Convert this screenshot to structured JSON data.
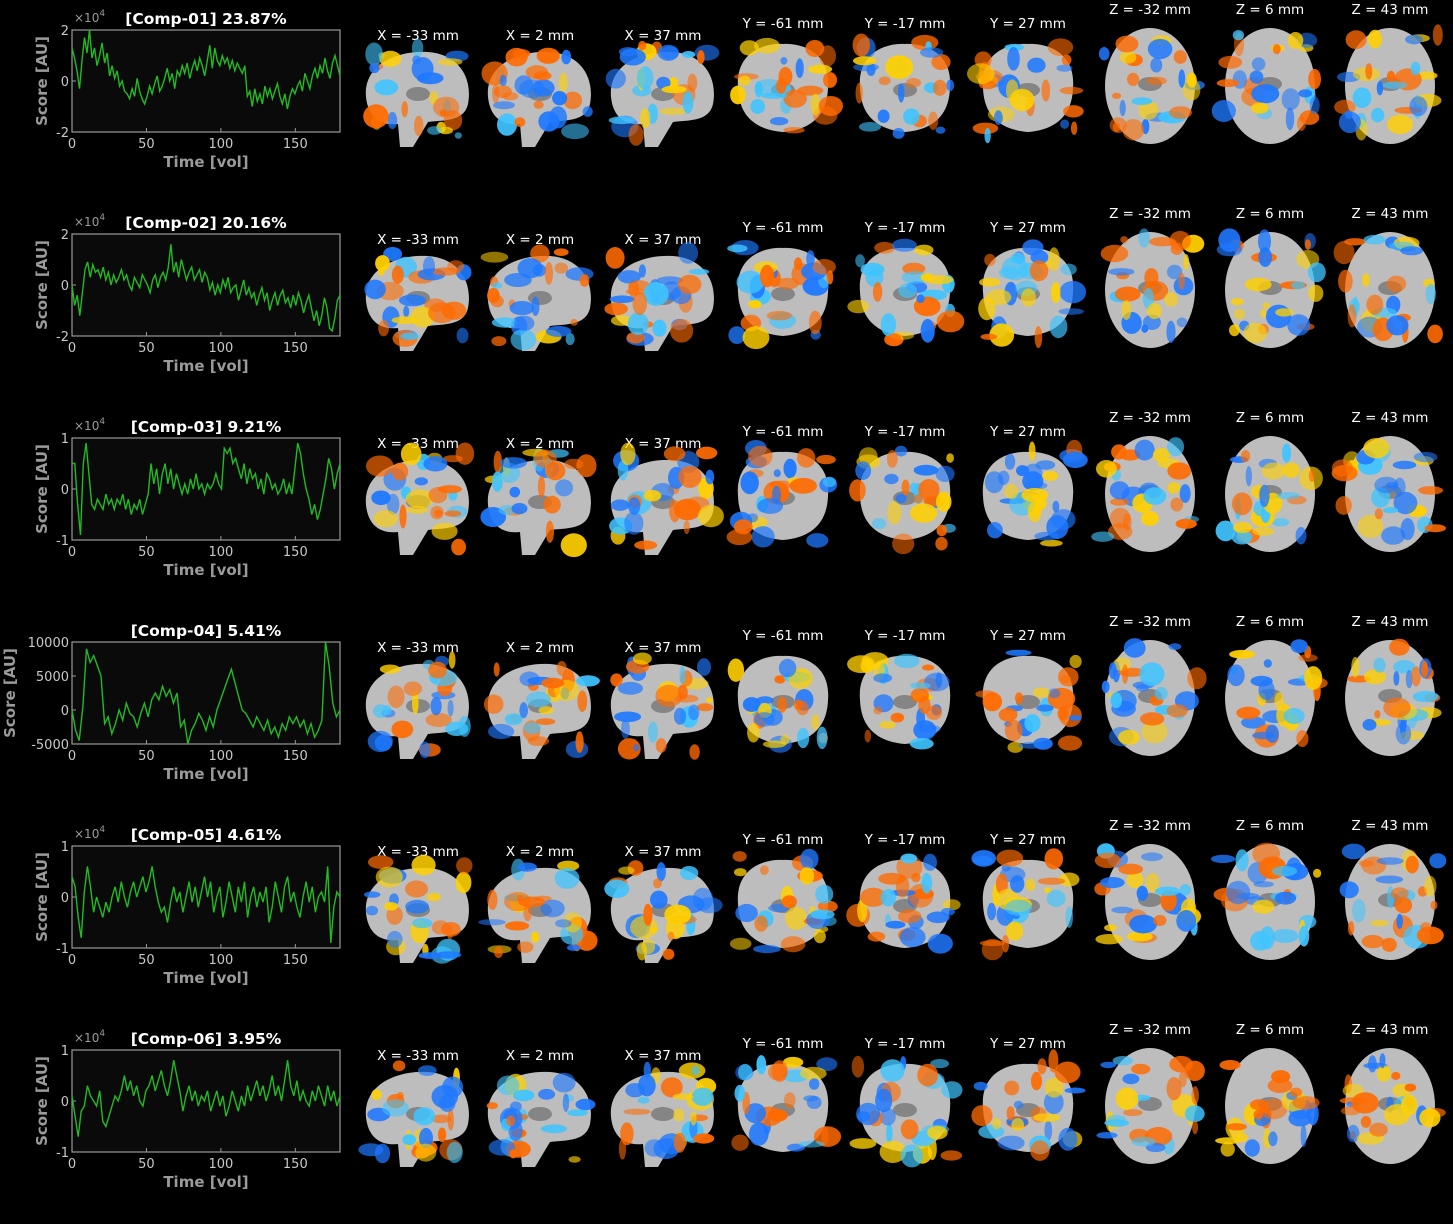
{
  "view_labels": [
    "X = -33 mm",
    "X = 2 mm",
    "X = 37 mm",
    "Y = -61 mm",
    "Y = -17 mm",
    "Y = 27 mm",
    "Z = -32 mm",
    "Z = 6 mm",
    "Z = 43 mm"
  ],
  "colors": {
    "trace": "#22bb22",
    "axis": "#9a9a9a",
    "hot": "#ff6a00",
    "hot_bright": "#ffd000",
    "cold": "#1e78ff",
    "cold_bright": "#3fc4ff",
    "brain": "#bdbdbd"
  },
  "chart_data": [
    {
      "type": "line",
      "title": "[Comp-01] 23.87%",
      "xlabel": "Time [vol]",
      "ylabel": "Score [AU]",
      "multiplier": "×10",
      "multiplier_exp": "4",
      "xlim": [
        0,
        180
      ],
      "ylim": [
        -2,
        2
      ],
      "xticks": [
        "0",
        "50",
        "100",
        "150"
      ],
      "yticks": [
        "2",
        "0",
        "-2"
      ],
      "yticks_v": [
        2,
        0,
        -2
      ],
      "values": [
        1.3,
        0.9,
        0.4,
        -0.3,
        0.8,
        1.7,
        1.1,
        2.0,
        0.9,
        1.3,
        0.6,
        1.0,
        1.5,
        0.7,
        1.1,
        0.2,
        0.6,
        0.1,
        0.4,
        -0.2,
        0.0,
        -0.4,
        -0.5,
        -0.7,
        -0.3,
        -0.6,
        0.1,
        -0.4,
        -0.7,
        -0.9,
        -0.6,
        -0.2,
        -0.5,
        -0.1,
        0.2,
        -0.4,
        -0.2,
        0.1,
        0.5,
        0.0,
        0.3,
        -0.3,
        0.4,
        0.2,
        0.6,
        0.3,
        0.7,
        0.1,
        0.5,
        0.8,
        0.4,
        0.9,
        0.6,
        0.2,
        0.8,
        1.4,
        0.5,
        1.3,
        0.8,
        0.6,
        1.0,
        0.7,
        0.9,
        0.5,
        0.8,
        0.4,
        0.7,
        0.5,
        0.3,
        0.6,
        -0.6,
        -0.4,
        -1.0,
        -0.3,
        -0.8,
        -0.5,
        -0.9,
        -0.2,
        -0.6,
        -0.3,
        -0.7,
        -0.4,
        -0.1,
        -0.6,
        -0.9,
        -0.5,
        -1.1,
        -0.6,
        -0.3,
        -0.5,
        -0.2,
        0.0,
        -0.4,
        0.3,
        0.0,
        -0.3,
        0.2,
        0.5,
        0.1,
        0.6,
        0.3,
        0.9,
        0.4,
        0.1,
        0.7,
        1.0,
        0.6,
        0.2
      ]
    },
    {
      "type": "line",
      "title": "[Comp-02] 20.16%",
      "xlabel": "Time [vol]",
      "ylabel": "Score [AU]",
      "multiplier": "×10",
      "multiplier_exp": "4",
      "xlim": [
        0,
        180
      ],
      "ylim": [
        -2,
        2
      ],
      "xticks": [
        "0",
        "50",
        "100",
        "150"
      ],
      "yticks": [
        "2",
        "0",
        "-2"
      ],
      "yticks_v": [
        2,
        0,
        -2
      ],
      "values": [
        0.0,
        -0.8,
        -0.4,
        -1.2,
        -0.3,
        0.6,
        0.9,
        0.3,
        0.8,
        0.5,
        0.6,
        0.3,
        0.7,
        0.2,
        0.5,
        0.0,
        0.4,
        0.1,
        0.3,
        0.6,
        0.2,
        0.4,
        0.0,
        -0.2,
        0.3,
        0.1,
        -0.1,
        0.4,
        0.2,
        0.0,
        -0.3,
        0.2,
        0.4,
        -0.1,
        0.3,
        0.5,
        0.2,
        0.7,
        1.6,
        0.5,
        0.9,
        0.3,
        1.0,
        0.6,
        0.2,
        0.5,
        0.7,
        0.2,
        0.4,
        0.6,
        0.1,
        0.5,
        0.3,
        -0.2,
        0.1,
        -0.4,
        0.0,
        -0.3,
        0.2,
        -0.1,
        0.3,
        -0.3,
        -0.1,
        0.0,
        -0.6,
        -0.2,
        0.2,
        -0.4,
        -0.1,
        -0.5,
        -0.3,
        -0.8,
        -0.4,
        -0.1,
        -0.6,
        -0.3,
        -1.0,
        -0.6,
        -0.3,
        -0.8,
        -0.4,
        -0.2,
        -0.7,
        -0.5,
        -0.9,
        -0.4,
        -0.8,
        -0.3,
        -0.6,
        -1.1,
        -0.7,
        -0.4,
        -0.9,
        -1.4,
        -1.0,
        -1.6,
        -1.2,
        -0.5,
        -0.9,
        -1.7,
        -1.8,
        -1.3,
        -0.6,
        -0.4
      ]
    },
    {
      "type": "line",
      "title": "[Comp-03] 9.21%",
      "xlabel": "Time [vol]",
      "ylabel": "Score [AU]",
      "multiplier": "×10",
      "multiplier_exp": "4",
      "xlim": [
        0,
        180
      ],
      "ylim": [
        -1,
        1
      ],
      "xticks": [
        "0",
        "50",
        "100",
        "150"
      ],
      "yticks": [
        "1",
        "0",
        "-1"
      ],
      "yticks_v": [
        1,
        0,
        -1
      ],
      "values": [
        0.5,
        0.5,
        -0.3,
        -0.9,
        0.5,
        0.9,
        0.3,
        -0.3,
        -0.4,
        -0.2,
        -0.3,
        -0.4,
        -0.1,
        -0.3,
        -0.2,
        -0.4,
        -0.2,
        -0.3,
        -0.1,
        -0.4,
        -0.2,
        -0.5,
        -0.3,
        -0.4,
        -0.2,
        -0.5,
        -0.3,
        -0.1,
        0.5,
        0.1,
        0.4,
        -0.1,
        0.3,
        0.5,
        0.1,
        0.4,
        0.0,
        0.3,
        0.1,
        -0.1,
        0.1,
        -0.1,
        0.2,
        0.0,
        0.3,
        0.0,
        0.1,
        -0.1,
        0.1,
        0.0,
        0.1,
        0.3,
        0.1,
        0.0,
        0.8,
        0.7,
        0.8,
        0.5,
        0.6,
        0.4,
        0.2,
        0.5,
        0.1,
        0.4,
        0.2,
        0.3,
        0.0,
        0.2,
        -0.1,
        0.3,
        0.2,
        0.0,
        0.1,
        -0.1,
        0.0,
        0.2,
        -0.1,
        0.1,
        -0.1,
        0.4,
        0.9,
        0.7,
        0.3,
        0.0,
        -0.2,
        -0.5,
        -0.3,
        -0.6,
        -0.4,
        -0.1,
        0.2,
        0.6,
        0.4,
        0.0,
        0.3,
        0.5
      ]
    },
    {
      "type": "line",
      "title": "[Comp-04] 5.41%",
      "xlabel": "Time [vol]",
      "ylabel": "Score [AU]",
      "multiplier": "",
      "multiplier_exp": "",
      "xlim": [
        0,
        180
      ],
      "ylim": [
        -5000,
        10000
      ],
      "xticks": [
        "0",
        "50",
        "100",
        "150"
      ],
      "yticks": [
        "10000",
        "5000",
        "0",
        "-5000"
      ],
      "yticks_v": [
        10000,
        5000,
        0,
        -5000
      ],
      "values": [
        0,
        -3000,
        -4500,
        500,
        9000,
        7000,
        8000,
        6500,
        5000,
        -2000,
        -1000,
        -3500,
        -2000,
        0,
        -1500,
        1000,
        -500,
        -1000,
        -2500,
        -500,
        1000,
        -1000,
        1500,
        2500,
        1500,
        3500,
        2000,
        3000,
        1000,
        2500,
        -2500,
        -1500,
        -5000,
        -3000,
        -2000,
        -500,
        -1500,
        -3000,
        -1000,
        -2500,
        0,
        1500,
        3000,
        4500,
        6000,
        4000,
        2000,
        0,
        -500,
        -1500,
        -2500,
        -1000,
        -2000,
        -3000,
        -1500,
        -3500,
        -2500,
        -4000,
        -2000,
        -3000,
        -1000,
        -2000,
        -1000,
        -2500,
        -1500,
        -3500,
        -2000,
        -4000,
        -3000,
        -1500,
        10000,
        6500,
        1000,
        -1000,
        0
      ]
    },
    {
      "type": "line",
      "title": "[Comp-05] 4.61%",
      "xlabel": "Time [vol]",
      "ylabel": "Score [AU]",
      "multiplier": "×10",
      "multiplier_exp": "4",
      "xlim": [
        0,
        180
      ],
      "ylim": [
        -1,
        1
      ],
      "xticks": [
        "0",
        "50",
        "100",
        "150"
      ],
      "yticks": [
        "1",
        "0",
        "-1"
      ],
      "yticks_v": [
        1,
        0,
        -1
      ],
      "values": [
        0.4,
        0.2,
        -0.4,
        -0.8,
        0.1,
        0.6,
        0.2,
        -0.3,
        0.0,
        -0.2,
        -0.4,
        -0.1,
        -0.3,
        0.0,
        0.2,
        -0.1,
        0.3,
        0.0,
        -0.2,
        0.1,
        0.3,
        0.0,
        0.2,
        0.4,
        0.1,
        0.3,
        0.6,
        0.2,
        -0.1,
        -0.3,
        -0.2,
        -0.5,
        -0.1,
        0.2,
        -0.1,
        0.1,
        -0.3,
        0.0,
        0.3,
        -0.1,
        0.2,
        -0.2,
        0.1,
        0.4,
        0.0,
        0.3,
        -0.3,
        0.0,
        0.2,
        -0.4,
        -0.1,
        0.3,
        0.0,
        -0.3,
        0.2,
        -0.1,
        0.3,
        -0.4,
        0.0,
        0.2,
        -0.2,
        0.1,
        -0.1,
        0.2,
        -0.5,
        -0.2,
        0.3,
        0.0,
        -0.3,
        0.2,
        0.4,
        -0.1,
        0.1,
        -0.2,
        -0.4,
        0.0,
        0.3,
        -0.1,
        0.2,
        -0.3,
        0.0,
        0.1,
        -0.1,
        0.6,
        -0.9,
        -0.2,
        0.1,
        0.0
      ]
    },
    {
      "type": "line",
      "title": "[Comp-06] 3.95%",
      "xlabel": "Time [vol]",
      "ylabel": "Score [AU]",
      "multiplier": "×10",
      "multiplier_exp": "4",
      "xlim": [
        0,
        180
      ],
      "ylim": [
        -1,
        1
      ],
      "xticks": [
        "0",
        "50",
        "100",
        "150"
      ],
      "yticks": [
        "1",
        "0",
        "-1"
      ],
      "yticks_v": [
        1,
        0,
        -1
      ],
      "values": [
        0.1,
        -0.3,
        -0.7,
        -0.2,
        -0.1,
        0.3,
        0.1,
        0.0,
        -0.1,
        0.2,
        -0.4,
        -0.5,
        -0.3,
        -0.1,
        0.1,
        0.0,
        0.2,
        0.5,
        0.2,
        0.4,
        0.1,
        0.3,
        0.0,
        -0.1,
        0.2,
        0.3,
        0.5,
        0.2,
        0.4,
        0.6,
        0.3,
        0.1,
        0.4,
        0.8,
        0.5,
        0.2,
        -0.2,
        0.1,
        0.3,
        0.0,
        0.2,
        -0.1,
        0.1,
        0.0,
        0.2,
        -0.2,
        0.0,
        0.2,
        -0.1,
        0.1,
        -0.3,
        -0.1,
        0.2,
        0.0,
        -0.2,
        0.1,
        -0.1,
        0.3,
        0.0,
        0.2,
        0.4,
        0.1,
        0.3,
        0.0,
        0.2,
        0.5,
        0.1,
        0.3,
        0.0,
        0.4,
        0.8,
        0.3,
        0.1,
        0.4,
        0.0,
        0.2,
        0.0,
        -0.1,
        0.2,
        0.0,
        0.3,
        0.1,
        -0.1,
        0.3,
        0.0,
        0.2,
        -0.1,
        0.1
      ]
    }
  ]
}
